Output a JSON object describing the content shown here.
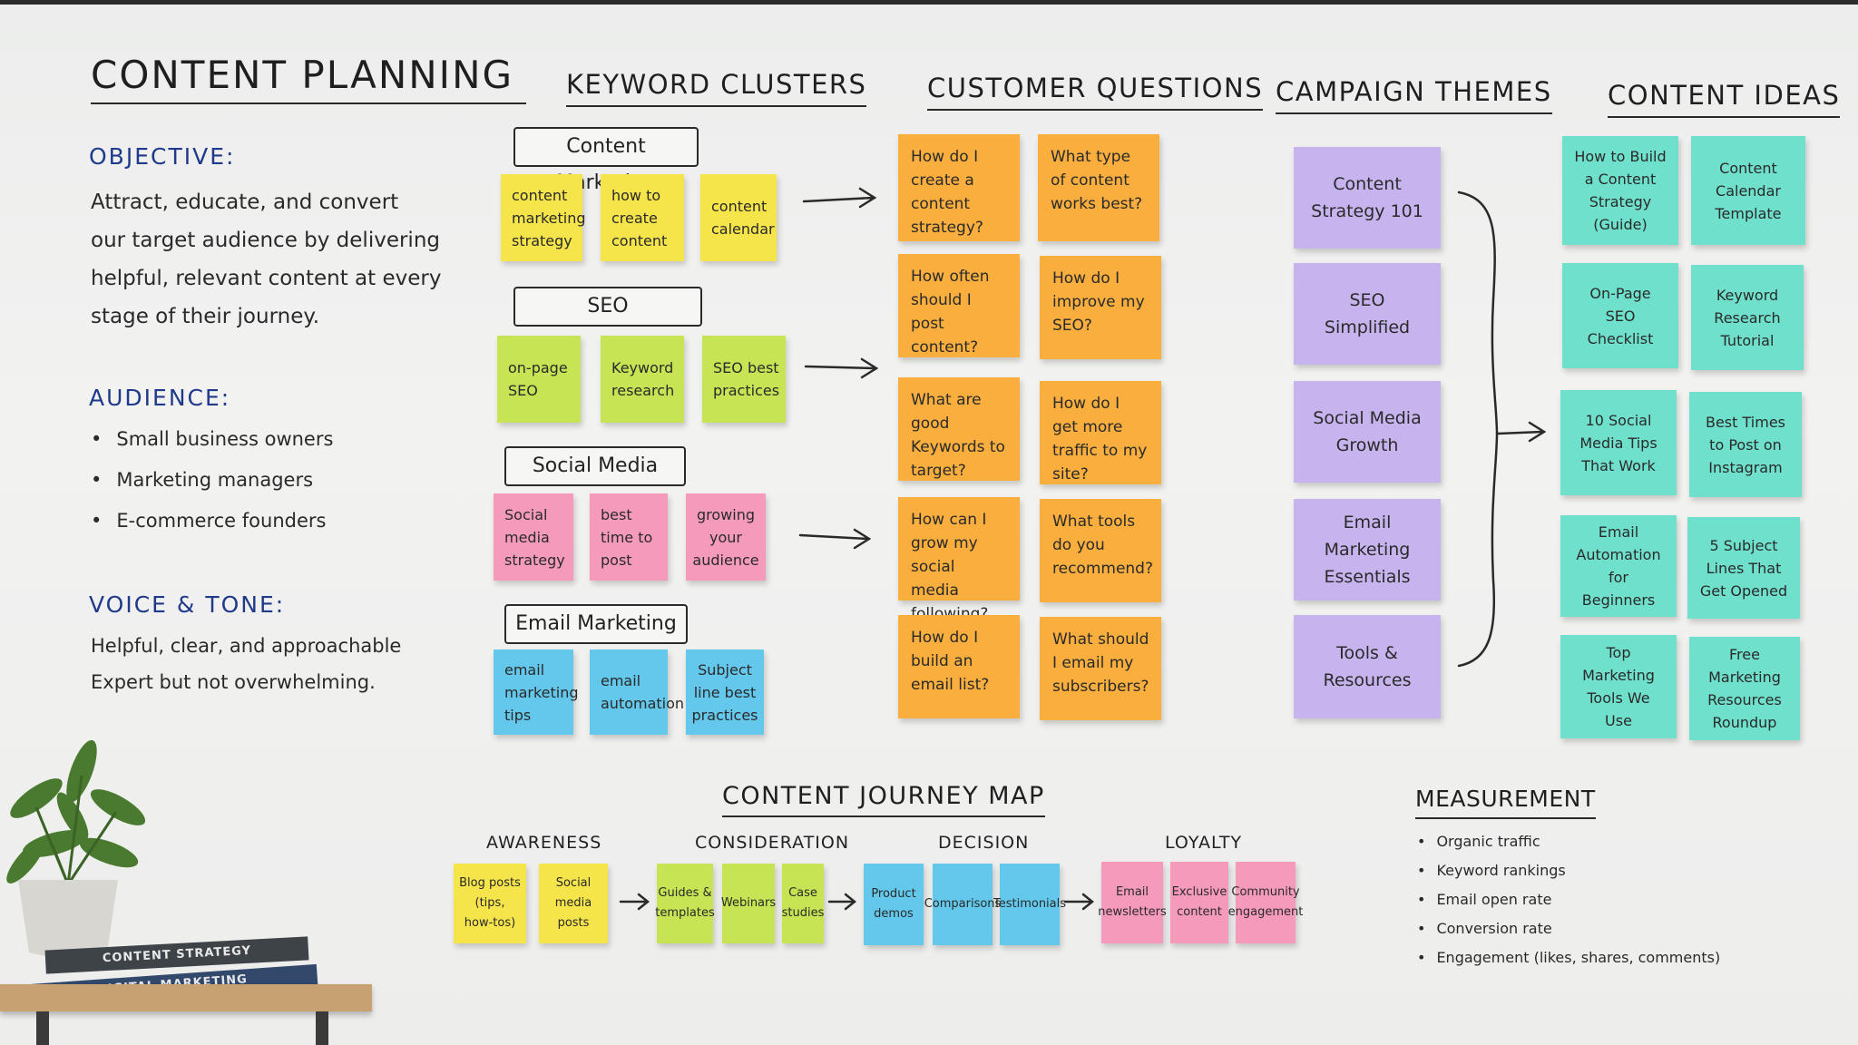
{
  "main_title": "Content Planning",
  "objective": {
    "heading": "Objective:",
    "lines": [
      "Attract, educate, and convert",
      "our target audience by delivering",
      "helpful, relevant content at every",
      "stage of their journey."
    ]
  },
  "audience": {
    "heading": "Audience:",
    "items": [
      "Small business owners",
      "Marketing managers",
      "E-commerce founders"
    ]
  },
  "voice": {
    "heading": "Voice & Tone:",
    "lines": [
      "Helpful, clear, and approachable",
      "Expert but not overwhelming."
    ]
  },
  "keyword_clusters": {
    "title": "Keyword Clusters",
    "clusters": [
      {
        "label": "Content Marketing",
        "color": "#f5e54b",
        "notes": [
          "content marketing strategy",
          "how to create content",
          "content calendar"
        ]
      },
      {
        "label": "SEO",
        "color": "#c6e453",
        "notes": [
          "on-page SEO",
          "Keyword research",
          "SEO best practices"
        ]
      },
      {
        "label": "Social Media",
        "color": "#f59abb",
        "notes": [
          "Social media strategy",
          "best time to post",
          "growing your audience"
        ]
      },
      {
        "label": "Email Marketing",
        "color": "#63c8ec",
        "notes": [
          "email marketing tips",
          "email automation",
          "Subject line best practices"
        ]
      }
    ]
  },
  "customer_questions": {
    "title": "Customer Questions",
    "color": "#f9ae3e",
    "notes": [
      "How do I create a content strategy?",
      "What type of content works best?",
      "How often should I post content?",
      "How do I improve my SEO?",
      "What are good Keywords to target?",
      "How do I get more traffic to my site?",
      "How can I grow my social media following?",
      "What tools do you recommend?",
      "How do I build an email list?",
      "What should I email my subscribers?"
    ]
  },
  "campaign_themes": {
    "title": "Campaign Themes",
    "color": "#c7b4ef",
    "notes": [
      "Content Strategy 101",
      "SEO Simplified",
      "Social Media Growth",
      "Email Marketing Essentials",
      "Tools & Resources"
    ]
  },
  "content_ideas": {
    "title": "Content Ideas",
    "color": "#6fe0cc",
    "notes": [
      "How to Build a Content Strategy (Guide)",
      "Content Calendar Template",
      "On-Page SEO Checklist",
      "Keyword Research Tutorial",
      "10 Social Media Tips That Work",
      "Best Times to Post on Instagram",
      "Email Automation for Beginners",
      "5 Subject Lines That Get Opened",
      "Top Marketing Tools We Use",
      "Free Marketing Resources Roundup"
    ]
  },
  "journey_map": {
    "title": "Content Journey Map",
    "stages": [
      {
        "name": "Awareness",
        "color": "#f5e54b",
        "notes": [
          "Blog posts (tips, how-tos)",
          "Social media posts"
        ]
      },
      {
        "name": "Consideration",
        "color": "#c6e453",
        "notes": [
          "Guides & templates",
          "Webinars",
          "Case studies"
        ]
      },
      {
        "name": "Decision",
        "color": "#63c8ec",
        "notes": [
          "Product demos",
          "Comparisons",
          "Testimonials"
        ]
      },
      {
        "name": "Loyalty",
        "color": "#f59abb",
        "notes": [
          "Email newsletters",
          "Exclusive content",
          "Community engagement"
        ]
      }
    ]
  },
  "measurement": {
    "title": "Measurement",
    "items": [
      "Organic traffic",
      "Keyword rankings",
      "Email open rate",
      "Conversion rate",
      "Engagement (likes, shares, comments)"
    ]
  },
  "books": [
    "CONTENT STRATEGY",
    "DIGITAL MARKETING"
  ]
}
